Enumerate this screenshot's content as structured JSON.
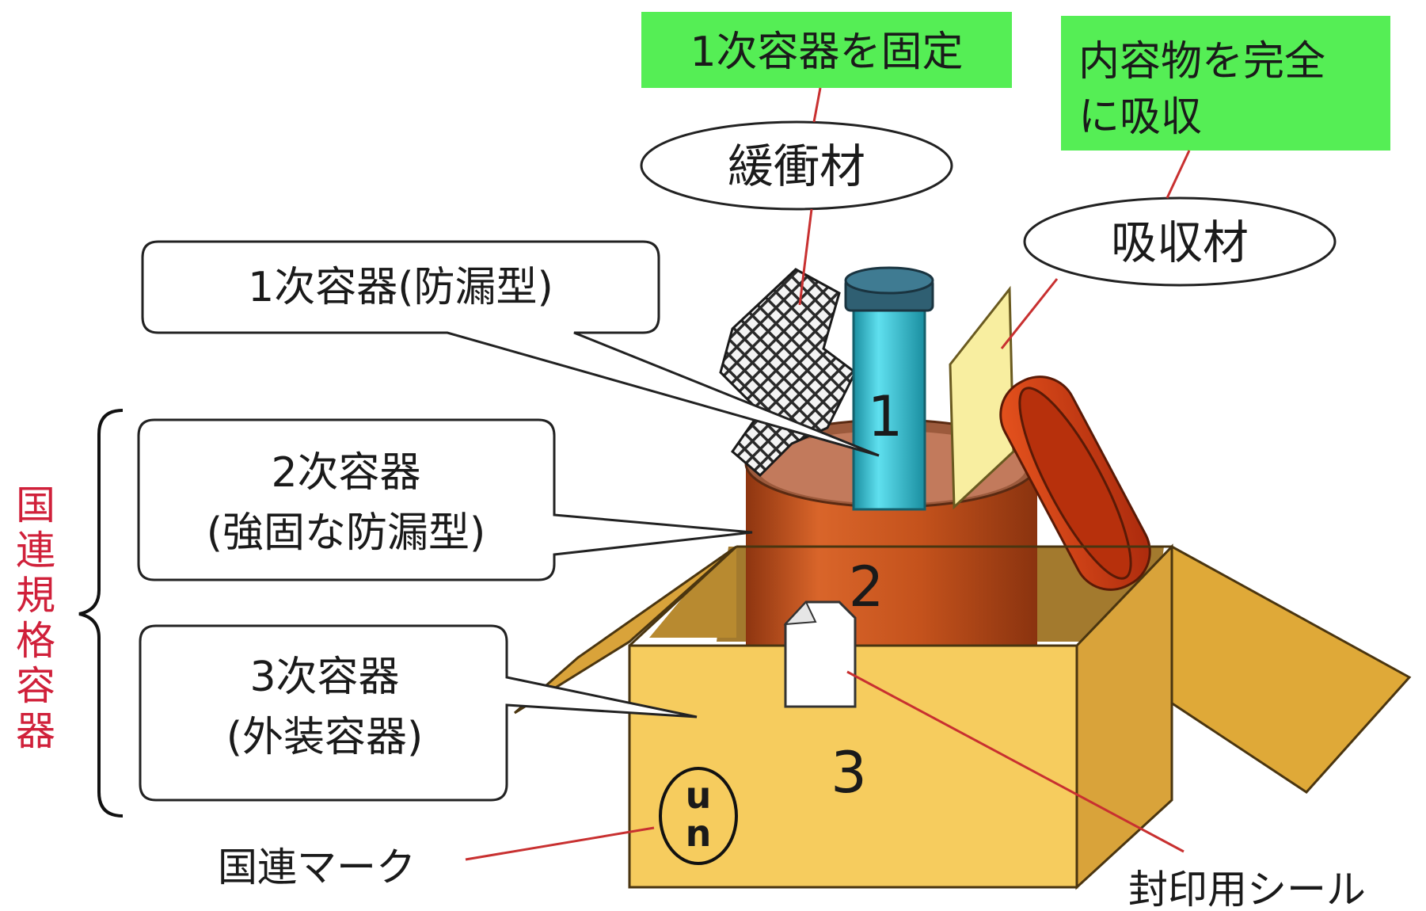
{
  "labels": {
    "fix_primary": "1次容器を固定",
    "absorb_line1": "内容物を完全",
    "absorb_line2": "に吸収",
    "cushion": "緩衝材",
    "absorbent": "吸収材",
    "primary": "1次容器(防漏型)",
    "secondary_line1": "2次容器",
    "secondary_line2": "(強固な防漏型)",
    "tertiary_line1": "3次容器",
    "tertiary_line2": "(外装容器)",
    "un_std_1": "国",
    "un_std_2": "連",
    "un_std_3": "規",
    "un_std_4": "格",
    "un_std_5": "容",
    "un_std_6": "器",
    "un_mark": "国連マーク",
    "seal": "封印用シール",
    "num_1": "1",
    "num_2": "2",
    "num_3": "3",
    "un_logo_u": "u",
    "un_logo_n": "n"
  },
  "colors": {
    "note_green": "#55ee55",
    "bracket_red": "#d0203a",
    "leader_red": "#c83030",
    "box_front": "#f6cc5e",
    "box_side": "#dfa938",
    "cylinder": "#c6531b",
    "tube": "#2bb6cc",
    "absorbent_sheet": "#f8eea0",
    "lid": "#cf3a12"
  }
}
